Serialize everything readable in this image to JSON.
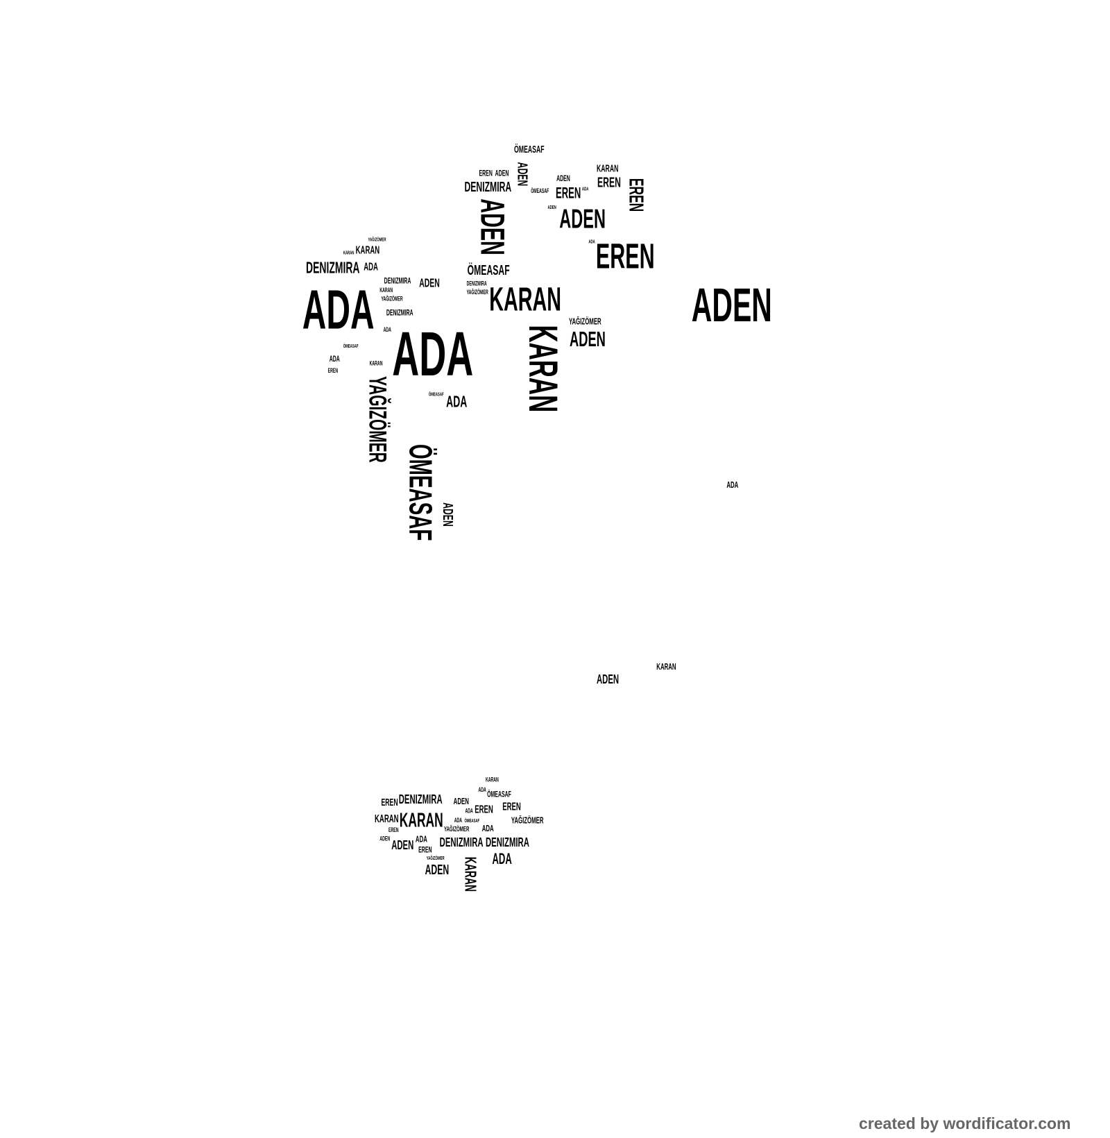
{
  "words": [
    "ÖMEASAF",
    "ADEN",
    "EREN",
    "ADEN",
    "ÖMEASAF",
    "ADEN",
    "ADA",
    "EREN",
    "KARAN",
    "EREN",
    "DENIZMIRA",
    "ADEN",
    "EREN",
    "ADEN",
    "ADEN",
    "ADA",
    "EREN",
    "KARAN",
    "YAĞIZÖMER",
    "KARAN",
    "ADA",
    "DENIZMIRA",
    "ÖMEASAF",
    "DENIZMIRA",
    "KARAN",
    "YAĞIZÖMER",
    "ADEN",
    "DENIZMIRA",
    "YAĞIZÖMER",
    "ADA",
    "KARAN",
    "ADEN",
    "DENIZMIRA",
    "ADA",
    "YAĞIZÖMER",
    "ADEN",
    "ADA",
    "KARAN",
    "ÖMEASAF",
    "ADA",
    "EREN",
    "KARAN",
    "ÖMEASAF",
    "ADA",
    "YAĞIZÖMER",
    "ÖMEASAF",
    "ADEN",
    "ADA",
    "KARAN",
    "ADEN",
    "KARAN",
    "ADA",
    "EREN",
    "DENIZMIRA",
    "ADEN",
    "ÖMEASAF",
    "KARAN",
    "EREN",
    "EREN",
    "YAĞIZÖMER",
    "KARAN",
    "ADA",
    "EREN",
    "ADEN",
    "ADA",
    "ADA",
    "ADA",
    "YAĞIZÖMER",
    "ÖMEASAF",
    "ADEN",
    "EREN",
    "DENIZMIRA",
    "DENIZMIRA",
    "ADA",
    "YAĞIZÖMER",
    "ADEN",
    "KARAN"
  ],
  "footer": {
    "credit": "created by wordificator.com"
  }
}
